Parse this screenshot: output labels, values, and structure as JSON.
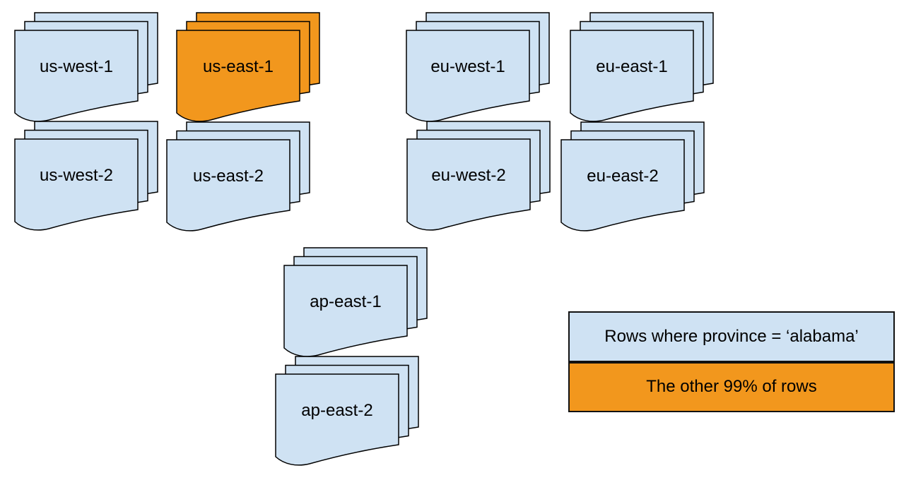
{
  "diagram": {
    "stacks": [
      {
        "id": "us-west-1",
        "label": "us-west-1",
        "variant": "default"
      },
      {
        "id": "us-east-1",
        "label": "us-east-1",
        "variant": "highlight"
      },
      {
        "id": "eu-west-1",
        "label": "eu-west-1",
        "variant": "default"
      },
      {
        "id": "eu-east-1",
        "label": "eu-east-1",
        "variant": "default"
      },
      {
        "id": "us-west-2",
        "label": "us-west-2",
        "variant": "default"
      },
      {
        "id": "us-east-2",
        "label": "us-east-2",
        "variant": "default"
      },
      {
        "id": "eu-west-2",
        "label": "eu-west-2",
        "variant": "default"
      },
      {
        "id": "eu-east-2",
        "label": "eu-east-2",
        "variant": "default"
      },
      {
        "id": "ap-east-1",
        "label": "ap-east-1",
        "variant": "default"
      },
      {
        "id": "ap-east-2",
        "label": "ap-east-2",
        "variant": "default"
      }
    ],
    "legend": {
      "items": [
        {
          "label": "Rows where province = ‘alabama’",
          "variant": "default"
        },
        {
          "label": "The other 99% of rows",
          "variant": "highlight"
        }
      ]
    },
    "colors": {
      "doc_fill": "#cfe2f3",
      "highlight_fill": "#f2971d",
      "stroke": "#000000",
      "canvas_bg": "#ffffff"
    }
  }
}
